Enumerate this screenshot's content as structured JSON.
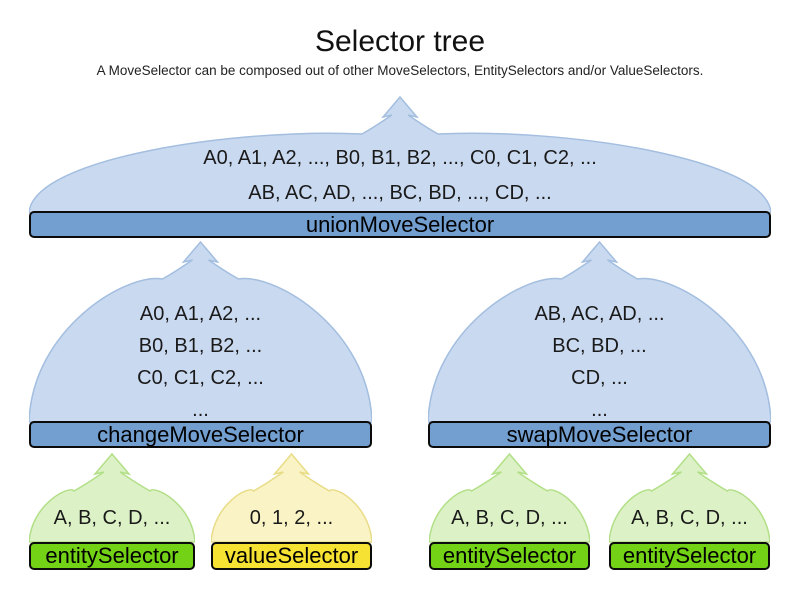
{
  "title": "Selector tree",
  "subtitle": "A MoveSelector can be composed out of other MoveSelectors, EntitySelectors and/or ValueSelectors.",
  "colors": {
    "blue_fill": "#c9d9f0",
    "blue_border": "#a3bedf",
    "green_fill": "#dcf2c6",
    "green_border": "#b2df87",
    "yellow_fill": "#faf3c5",
    "yellow_border": "#e9dc87",
    "bar_blue": "#729fcf",
    "bar_green": "#73d216",
    "bar_yellow": "#f5e232",
    "bar_border": "#0b0b0b",
    "text": "#1a1a1a"
  },
  "nodes": [
    {
      "id": "unionMoveSelector",
      "label": "unionMoveSelector",
      "lines": [
        "A0, A1, A2, ..., B0, B1, B2, ..., C0, C1, C2, ...",
        "AB, AC, AD, ..., BC, BD, ..., CD, ..."
      ]
    },
    {
      "id": "changeMoveSelector",
      "label": "changeMoveSelector",
      "lines": [
        "A0, A1, A2, ...",
        "B0, B1, B2, ...",
        "C0, C1, C2, ...",
        "..."
      ]
    },
    {
      "id": "swapMoveSelector",
      "label": "swapMoveSelector",
      "lines": [
        "AB, AC, AD, ...",
        "BC, BD, ...",
        "CD, ...",
        "..."
      ]
    },
    {
      "id": "entitySelector-1",
      "label": "entitySelector",
      "lines": [
        "A, B, C, D, ..."
      ]
    },
    {
      "id": "valueSelector-1",
      "label": "valueSelector",
      "lines": [
        "0, 1, 2, ..."
      ]
    },
    {
      "id": "entitySelector-2",
      "label": "entitySelector",
      "lines": [
        "A, B, C, D, ..."
      ]
    },
    {
      "id": "entitySelector-3",
      "label": "entitySelector",
      "lines": [
        "A, B, C, D, ..."
      ]
    }
  ]
}
